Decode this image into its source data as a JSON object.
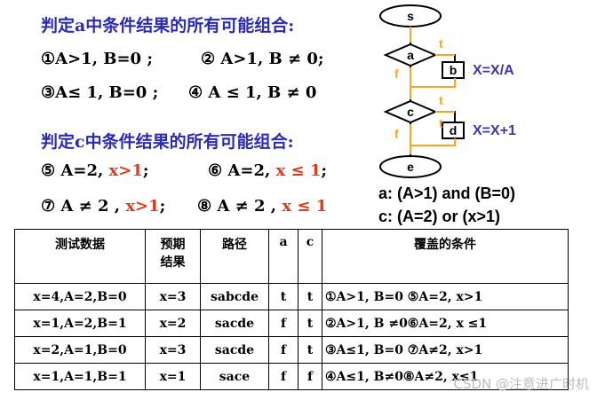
{
  "heading_a": "判定a中条件结果的所有可能组合:",
  "conds_a": {
    "line1_left": "①A>1,  B=0 ;",
    "line1_right": "② A>1,  B ≠ 0;",
    "line2_left": "③A≤ 1,  B=0 ;",
    "line2_right": "④ A ≤ 1,  B ≠ 0"
  },
  "heading_c": "判定c中条件结果的所有可能组合:",
  "conds_c": {
    "c5_prefix": "⑤ A=2,",
    "c5_red": "x>1",
    "c5_suffix": ";",
    "c6_prefix": "⑥ A=2,",
    "c6_red": "x ≤ 1",
    "c6_suffix": ";",
    "c7_prefix": "⑦ A ≠ 2 ,",
    "c7_red": "x>1",
    "c7_suffix": ";",
    "c8_prefix": "⑧ A ≠ 2 ,",
    "c8_red": "x ≤ 1"
  },
  "flowchart": {
    "start": "s",
    "node_a": "a",
    "node_b": "b",
    "node_c": "c",
    "node_d": "d",
    "end": "e",
    "t1": "t",
    "f1": "f",
    "t2": "t",
    "t3": "t",
    "f2": "f",
    "assign_b": "X=X/A",
    "assign_d": "X=X+1"
  },
  "formula_a": "a: (A>1) and (B=0)",
  "formula_c": "c: (A=2) or (x>1)",
  "table": {
    "headers": [
      "测试数据",
      "预期\n结果",
      "路径",
      "a",
      "c",
      "覆盖的条件"
    ],
    "rows": [
      [
        "x=4,A=2,B=0",
        "x=3",
        "sabcde",
        "t",
        "t",
        "①A>1,  B=0 ⑤A=2,  x>1"
      ],
      [
        "x=1,A=2,B=1",
        "x=2",
        "sacde",
        "f",
        "t",
        "②A>1,  B ≠0⑥A=2,  x ≤1"
      ],
      [
        "x=2,A=1,B=0",
        "x=3",
        "sacde",
        "f",
        "t",
        "③A≤1,  B=0 ⑦A≠2,  x>1"
      ],
      [
        "x=1,A=1,B=1",
        "x=1",
        "sace",
        "f",
        "f",
        "④A≤1,  B≠0⑧A≠2,  x≤1"
      ]
    ]
  },
  "watermark": "CSDN @注意进广时机",
  "colors": {
    "heading": "#2b2bb5",
    "red": "#e03a1a",
    "flow": "#f5a623",
    "node_fill": "#3a3aa8"
  }
}
